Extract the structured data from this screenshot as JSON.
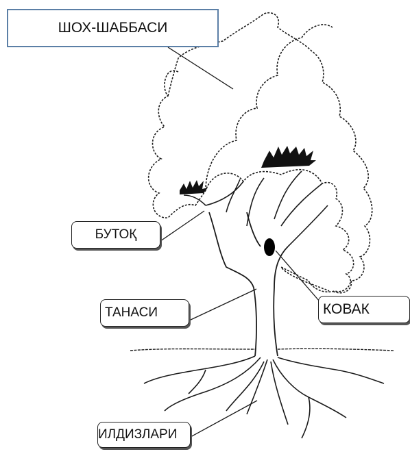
{
  "labels": {
    "crown": "ШОХ-ШАББАСИ",
    "branch": "БУТОҚ",
    "trunk": "ТАНАСИ",
    "hollow": "КОВАК",
    "roots": "ИЛДИЗЛАРИ"
  },
  "colors": {
    "outline": "#1a1a1a",
    "crown_box_border": "#5b7fa6"
  }
}
